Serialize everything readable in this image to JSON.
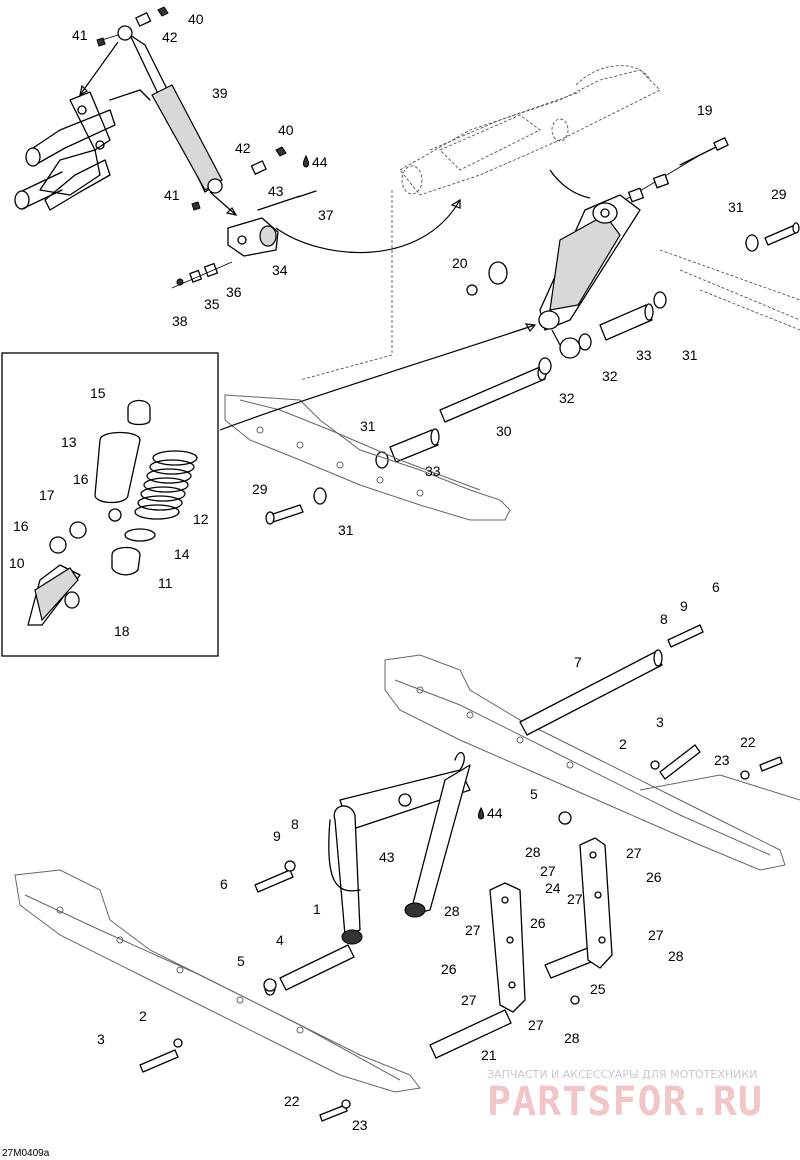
{
  "callouts": {
    "c1": "1",
    "c2a": "2",
    "c2b": "2",
    "c3a": "3",
    "c3b": "3",
    "c4": "4",
    "c5a": "5",
    "c5b": "5",
    "c6a": "6",
    "c6b": "6",
    "c7": "7",
    "c8a": "8",
    "c8b": "8",
    "c9a": "9",
    "c9b": "9",
    "c10": "10",
    "c11": "11",
    "c12": "12",
    "c13": "13",
    "c14": "14",
    "c15": "15",
    "c16a": "16",
    "c16b": "16",
    "c17": "17",
    "c18": "18",
    "c19": "19",
    "c20": "20",
    "c21": "21",
    "c22a": "22",
    "c22b": "22",
    "c23a": "23",
    "c23b": "23",
    "c24": "24",
    "c25": "25",
    "c26a": "26",
    "c26b": "26",
    "c26c": "26",
    "c27a": "27",
    "c27b": "27",
    "c27c": "27",
    "c27d": "27",
    "c27e": "27",
    "c27f": "27",
    "c27g": "27",
    "c28a": "28",
    "c28b": "28",
    "c28c": "28",
    "c28d": "28",
    "c29a": "29",
    "c29b": "29",
    "c30": "30",
    "c31a": "31",
    "c31b": "31",
    "c31c": "31",
    "c31d": "31",
    "c32a": "32",
    "c32b": "32",
    "c33a": "33",
    "c33b": "33",
    "c34": "34",
    "c35": "35",
    "c36": "36",
    "c37": "37",
    "c38": "38",
    "c39": "39",
    "c40a": "40",
    "c40b": "40",
    "c41a": "41",
    "c41b": "41",
    "c42a": "42",
    "c42b": "42",
    "c43a": "43",
    "c43b": "43",
    "c44a": "44",
    "c44b": "44"
  },
  "drawing_code": "27M0409a",
  "watermark": {
    "tagline": "ЗАПЧАСТИ И АКСЕССУАРЫ ДЛЯ МОТОТЕХНИКИ",
    "logo": "PARTSFOR.RU"
  },
  "colors": {
    "line": "#000000",
    "background": "#ffffff",
    "watermark_text": "#c9c9c9",
    "watermark_logo": "#f2c6c6"
  },
  "icons": {
    "lubricant": "oil-drop-icon"
  }
}
